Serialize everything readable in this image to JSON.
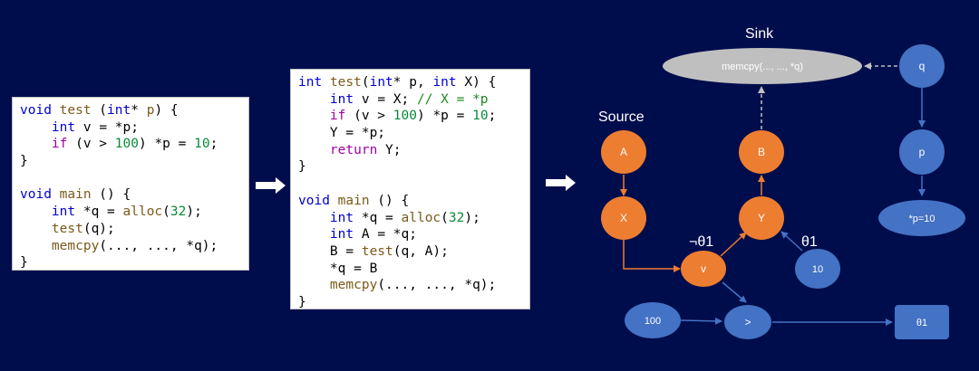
{
  "code_left": [
    {
      "indent": 0,
      "tokens": [
        {
          "t": "void",
          "c": "kw"
        },
        {
          "t": " "
        },
        {
          "t": "test",
          "c": "fn"
        },
        {
          "t": " ("
        },
        {
          "t": "int",
          "c": "kw"
        },
        {
          "t": "* "
        },
        {
          "t": "p",
          "c": "fn"
        },
        {
          "t": ") {"
        }
      ]
    },
    {
      "indent": 4,
      "tokens": [
        {
          "t": "int",
          "c": "kw"
        },
        {
          "t": " v = *p;"
        }
      ]
    },
    {
      "indent": 4,
      "tokens": [
        {
          "t": "if",
          "c": "ctl"
        },
        {
          "t": " (v > "
        },
        {
          "t": "100",
          "c": "num"
        },
        {
          "t": ") *p = "
        },
        {
          "t": "10",
          "c": "num"
        },
        {
          "t": ";"
        }
      ]
    },
    {
      "indent": 0,
      "tokens": [
        {
          "t": "}"
        }
      ]
    },
    {
      "indent": 0,
      "tokens": [
        {
          "t": ""
        }
      ]
    },
    {
      "indent": 0,
      "tokens": [
        {
          "t": "void",
          "c": "kw"
        },
        {
          "t": " "
        },
        {
          "t": "main",
          "c": "fn"
        },
        {
          "t": " () {"
        }
      ]
    },
    {
      "indent": 4,
      "tokens": [
        {
          "t": "int",
          "c": "kw"
        },
        {
          "t": " *q = "
        },
        {
          "t": "alloc",
          "c": "fn"
        },
        {
          "t": "("
        },
        {
          "t": "32",
          "c": "num"
        },
        {
          "t": ");"
        }
      ]
    },
    {
      "indent": 4,
      "tokens": [
        {
          "t": "test",
          "c": "fn"
        },
        {
          "t": "(q);"
        }
      ]
    },
    {
      "indent": 4,
      "tokens": [
        {
          "t": "memcpy",
          "c": "fn"
        },
        {
          "t": "(..., ..., *q);"
        }
      ]
    },
    {
      "indent": 0,
      "tokens": [
        {
          "t": "}"
        }
      ]
    }
  ],
  "code_right": [
    {
      "indent": 0,
      "tokens": [
        {
          "t": "int",
          "c": "kw"
        },
        {
          "t": " "
        },
        {
          "t": "test",
          "c": "fn"
        },
        {
          "t": "("
        },
        {
          "t": "int",
          "c": "kw"
        },
        {
          "t": "* p, "
        },
        {
          "t": "int",
          "c": "kw"
        },
        {
          "t": " X) {"
        }
      ]
    },
    {
      "indent": 4,
      "tokens": [
        {
          "t": "int",
          "c": "kw"
        },
        {
          "t": " v = X; "
        },
        {
          "t": "// X = *p",
          "c": "cm"
        }
      ]
    },
    {
      "indent": 4,
      "tokens": [
        {
          "t": "if",
          "c": "ctl"
        },
        {
          "t": " (v > "
        },
        {
          "t": "100",
          "c": "num"
        },
        {
          "t": ") *p = "
        },
        {
          "t": "10",
          "c": "num"
        },
        {
          "t": ";"
        }
      ]
    },
    {
      "indent": 4,
      "tokens": [
        {
          "t": "Y = *p;"
        }
      ]
    },
    {
      "indent": 4,
      "tokens": [
        {
          "t": "return",
          "c": "ctl"
        },
        {
          "t": " Y;"
        }
      ]
    },
    {
      "indent": 0,
      "tokens": [
        {
          "t": "}"
        }
      ]
    },
    {
      "indent": 0,
      "tokens": [
        {
          "t": ""
        }
      ]
    },
    {
      "indent": 0,
      "tokens": [
        {
          "t": "void",
          "c": "kw"
        },
        {
          "t": " "
        },
        {
          "t": "main",
          "c": "fn"
        },
        {
          "t": " () {"
        }
      ]
    },
    {
      "indent": 4,
      "tokens": [
        {
          "t": "int",
          "c": "kw"
        },
        {
          "t": " *q = "
        },
        {
          "t": "alloc",
          "c": "fn"
        },
        {
          "t": "("
        },
        {
          "t": "32",
          "c": "num"
        },
        {
          "t": ");"
        }
      ]
    },
    {
      "indent": 4,
      "tokens": [
        {
          "t": "int",
          "c": "kw"
        },
        {
          "t": " A = *q;"
        }
      ]
    },
    {
      "indent": 4,
      "tokens": [
        {
          "t": "B = "
        },
        {
          "t": "test",
          "c": "fn"
        },
        {
          "t": "(q, A);"
        }
      ]
    },
    {
      "indent": 4,
      "tokens": [
        {
          "t": "*q = B"
        }
      ]
    },
    {
      "indent": 4,
      "tokens": [
        {
          "t": "memcpy",
          "c": "fn"
        },
        {
          "t": "(..., ..., *q);"
        }
      ]
    },
    {
      "indent": 0,
      "tokens": [
        {
          "t": "}"
        }
      ]
    }
  ],
  "labels": {
    "source": "Source",
    "sink": "Sink",
    "neg_theta": "¬θ1",
    "theta": "θ1"
  },
  "nodes": {
    "A": "A",
    "X": "X",
    "v": "v",
    "Y": "Y",
    "B": "B",
    "n10": "10",
    "n100": "100",
    "gt": ">",
    "theta1": "θ1",
    "q": "q",
    "p": "p",
    "p_eq": "*p=10",
    "memcpy": "memcpy(..., ..., *q)"
  },
  "colors": {
    "background": "#000d4c",
    "orange": "#ed7d31",
    "blue": "#4472c4",
    "sink_gray": "#bfbfbf"
  }
}
